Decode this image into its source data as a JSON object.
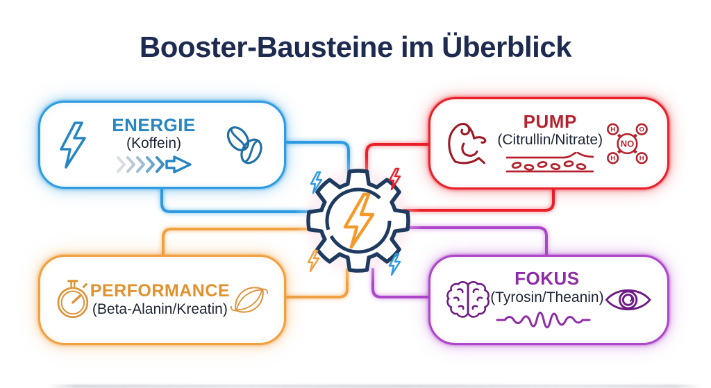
{
  "title": "Booster-Bausteine im Überblick",
  "cards": {
    "energie": {
      "title": "ENERGIE",
      "subtitle": "(Koffein)"
    },
    "pump": {
      "title": "PUMP",
      "subtitle": "(Citrullin/Nitrate)",
      "molecule": {
        "center": "NO",
        "top_left": "H",
        "top_right": "O",
        "bottom_left": "H",
        "bottom_right": "H"
      }
    },
    "performance": {
      "title": "PERFORMANCE",
      "subtitle": "(Beta-Alanin/Kreatin)"
    },
    "fokus": {
      "title": "FOKUS",
      "subtitle": "(Tyrosin/Theanin)"
    }
  },
  "icons": {
    "energie_left": "lightning-bolt-icon",
    "energie_right": "coffee-beans-icon",
    "energie_motif": "chevron-arrow-icon",
    "pump_left": "bicep-icon",
    "pump_right": "no-molecule-icon",
    "pump_motif": "blood-vessel-icon",
    "performance_left": "stopwatch-icon",
    "performance_right": "muscle-fiber-icon",
    "fokus_left": "brain-icon",
    "fokus_right": "eye-icon",
    "fokus_motif": "brainwave-icon",
    "center": "gear-icon with lightning-bolt-icon, four spark-bolt-icons"
  },
  "colors": {
    "title_navy": "#1d2b50",
    "gear_navy": "#1e3a5f",
    "blue": "#2e9be0",
    "blue_text": "#2586c3",
    "red": "#e8202a",
    "red_text": "#b5222e",
    "orange": "#efa041",
    "orange_text": "#e0922f",
    "purple": "#ad46c9",
    "purple_text": "#8e2ba6",
    "center_bolt_orange": "#f49a2b",
    "background": "#ffffff"
  }
}
